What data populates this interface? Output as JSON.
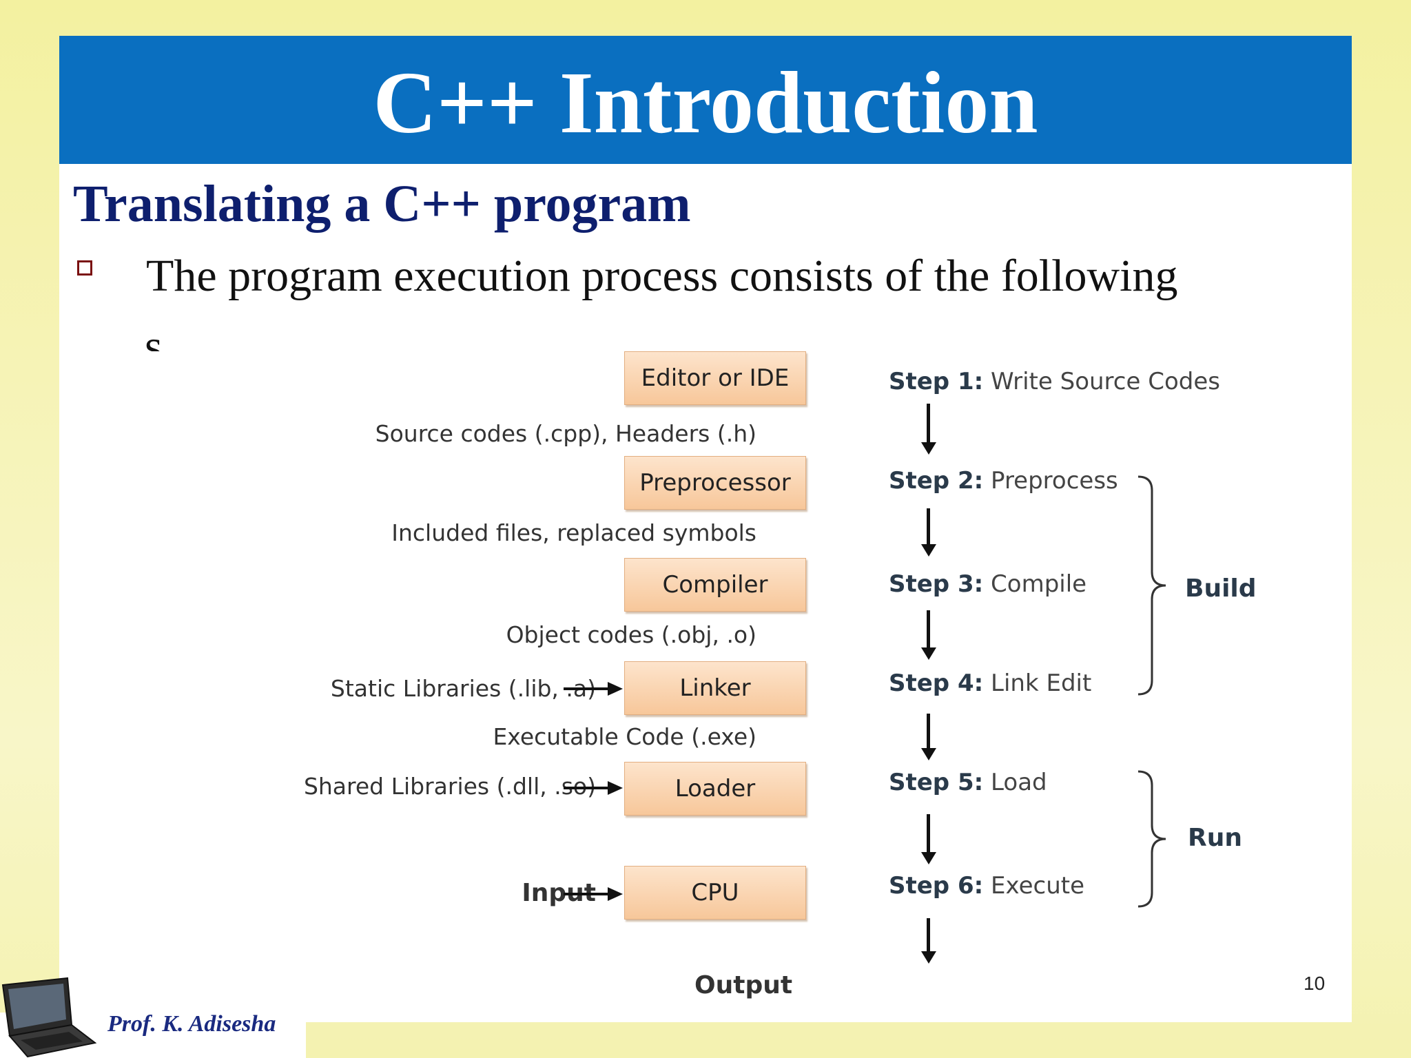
{
  "slide": {
    "title": "C++ Introduction",
    "subtitle": "Translating a C++ program",
    "bullet_text": "The program execution process consists of the following",
    "bullet_text_cut": "s",
    "page_number": "10",
    "author": "Prof. K. Adisesha"
  },
  "diagram": {
    "boxes": {
      "editor": "Editor or IDE",
      "preprocessor": "Preprocessor",
      "compiler": "Compiler",
      "linker": "Linker",
      "loader": "Loader",
      "cpu": "CPU"
    },
    "flow_labels": {
      "source": "Source codes (.cpp), Headers (.h)",
      "included": "Included files, replaced symbols",
      "object": "Object codes (.obj, .o)",
      "static_libs": "Static Libraries (.lib, .a)",
      "executable": "Executable Code (.exe)",
      "shared_libs": "Shared Libraries (.dll, .so)",
      "input": "Input",
      "output": "Output"
    },
    "steps": [
      {
        "label": "Step 1:",
        "text": " Write Source Codes"
      },
      {
        "label": "Step 2:",
        "text": " Preprocess"
      },
      {
        "label": "Step 3:",
        "text": " Compile"
      },
      {
        "label": "Step 4:",
        "text": " Link Edit"
      },
      {
        "label": "Step 5:",
        "text": " Load"
      },
      {
        "label": "Step 6:",
        "text": " Execute"
      }
    ],
    "groups": {
      "build": "Build",
      "run": "Run"
    }
  },
  "colors": {
    "title_bar": "#0a6fc0",
    "subtitle": "#0e1f6e",
    "box_fill_top": "#fde4cc",
    "box_fill_bottom": "#f7c79a",
    "background": "#f6f3b6"
  }
}
